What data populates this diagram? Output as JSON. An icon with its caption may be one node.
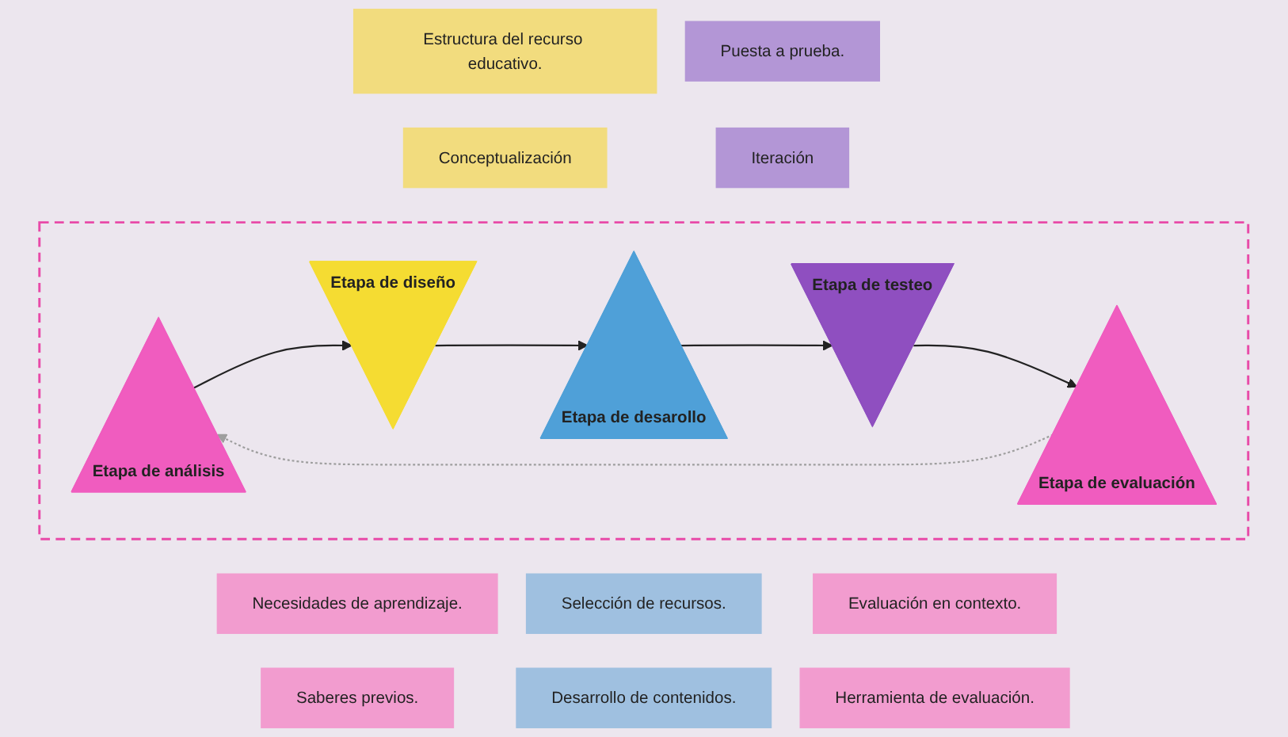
{
  "diagram": {
    "nodes": [
      {
        "text": [
          "Estructura del recurso educativo."
        ]
      },
      {
        "text": [
          "Puesta a prueba."
        ]
      },
      {
        "text": [
          "Conceptualización"
        ]
      },
      {
        "text": [
          "Iteración"
        ]
      },
      {
        "text": [],
        "shape": "box"
      },
      {
        "text": [
          "Etapa de análisis"
        ],
        "in": 4
      },
      {
        "text": [
          "Etapa de diseño"
        ],
        "in": 4
      },
      {
        "text": [
          "Etapa de desarollo"
        ],
        "in": 4
      },
      {
        "text": [
          "Etapa de testeo"
        ],
        "in": 4
      },
      {
        "text": [
          "Etapa de evaluación"
        ],
        "in": 4
      },
      {
        "text": [
          "Necesidades de aprendizaje."
        ]
      },
      {
        "text": [
          "Selección de recursos."
        ]
      },
      {
        "text": [
          "Evaluación en contexto."
        ]
      },
      {
        "text": [
          "Saberes previos."
        ]
      },
      {
        "text": [
          "Desarrollo de contenidos."
        ]
      },
      {
        "text": [
          "Herramienta de evaluación."
        ]
      }
    ],
    "edges": [
      {
        "from": 5,
        "to": 6,
        "arrow": "to"
      },
      {
        "from": 6,
        "to": 7,
        "arrow": "to"
      },
      {
        "from": 7,
        "to": 8,
        "arrow": "to"
      },
      {
        "from": 8,
        "to": 9,
        "arrow": "to"
      },
      {
        "from": 9,
        "to": 5,
        "arrow": "to",
        "style": "dashed",
        "color": "#9e9e9e"
      }
    ]
  }
}
